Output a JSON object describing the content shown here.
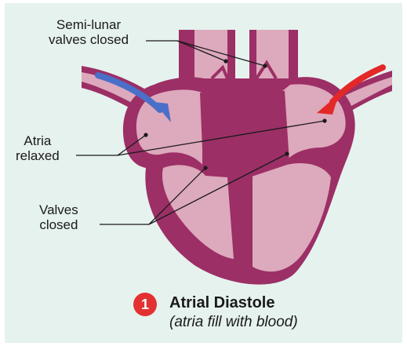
{
  "labels": {
    "semilunar": [
      "Semi-lunar",
      "valves closed"
    ],
    "atria": [
      "Atria",
      "relaxed"
    ],
    "valves": [
      "Valves",
      "closed"
    ]
  },
  "caption": {
    "step_number": "1",
    "title": "Atrial Diastole",
    "subtitle": "(atria fill with blood)"
  },
  "colors": {
    "panel_background": "#e6f2ee",
    "heart_wall": "#9c2f66",
    "chamber_fill": "#dda9bc",
    "arrow_deoxygenated": "#4a6fc8",
    "arrow_oxygenated": "#e32828",
    "step_badge": "#e33131"
  }
}
